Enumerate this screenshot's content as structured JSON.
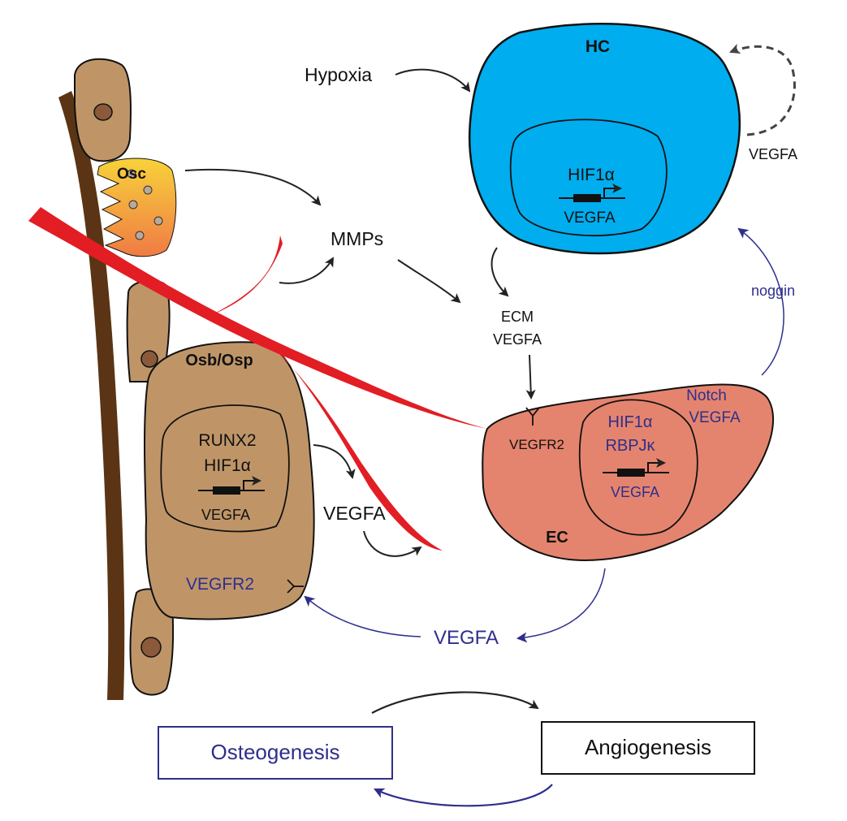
{
  "colors": {
    "black_text": "#111111",
    "blue_text": "#2e2f8c",
    "hc_fill": "#00adef",
    "ec_fill": "#e5846e",
    "cell_fill": "#bf9568",
    "bone": "#5a3414",
    "vessel_red": "#e21d24",
    "osteoclast_top": "#f8d23a",
    "osteoclast_bottom": "#ef7b45"
  },
  "cells": {
    "hc": {
      "name": "HC",
      "nucleus_lines": [
        "HIF1α",
        "VEGFA"
      ]
    },
    "ec": {
      "name": "EC",
      "receptor": "VEGFR2",
      "side_lines": [
        "Notch",
        "VEGFA"
      ],
      "nucleus_lines": [
        "HIF1α",
        "RBPJκ",
        "VEGFA"
      ]
    },
    "osteoblast": {
      "name": "Osb/Osp",
      "nucleus_lines": [
        "RUNX2",
        "HIF1α",
        "VEGFA"
      ],
      "receptor": "VEGFR2"
    },
    "osteoclast": {
      "name": "Osc"
    }
  },
  "labels": {
    "hypoxia": "Hypoxia",
    "mmps": "MMPs",
    "ecm_lines": [
      "ECM",
      "VEGFA"
    ],
    "vegfa_loop": "VEGFA",
    "noggin": "noggin",
    "vegfa_osb": "VEGFA",
    "vegfa_ec_to_osb": "VEGFA"
  },
  "boxes": {
    "osteogenesis": "Osteogenesis",
    "angiogenesis": "Angiogenesis"
  }
}
